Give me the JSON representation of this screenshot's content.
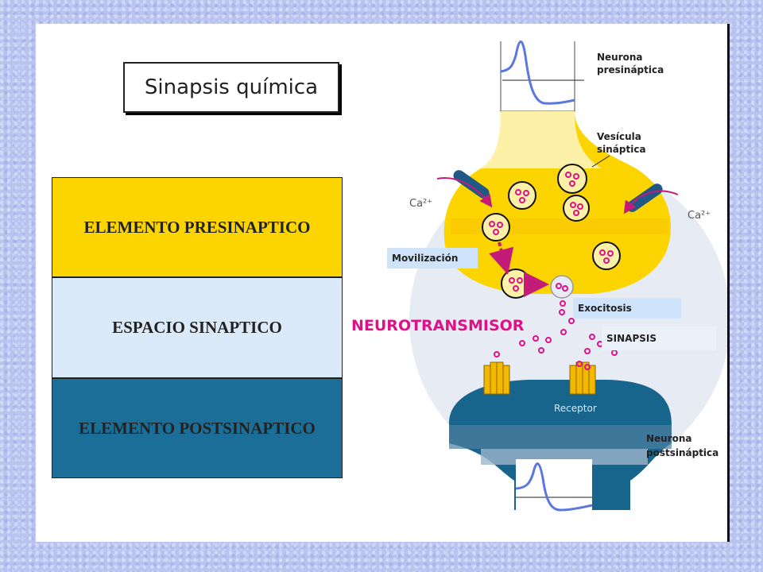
{
  "title": "Sinapsis química",
  "bands": [
    {
      "label": "ELEMENTO   PRESINAPTICO",
      "color": "#fcd500"
    },
    {
      "label": "ESPACIO SINAPTICO",
      "color": "#dbeaf9"
    },
    {
      "label": "ELEMENTO POSTSINAPTICO",
      "color": "#1a6e98"
    }
  ],
  "diagram": {
    "neurona_pre": [
      "Neurona",
      "presináptica"
    ],
    "vesicula": [
      "Vesícula",
      "sináptica"
    ],
    "calcio_izq": "Ca²⁺",
    "calcio_der": "Ca²⁺",
    "movilizacion": "Movilización",
    "neurotransmisor": "NEUROTRANSMISOR",
    "exocitosis": "Exocitosis",
    "sinapsis": "SINAPSIS",
    "receptor": "Receptor",
    "neurona_post": [
      "Neurona",
      "postsináptica"
    ]
  },
  "colors": {
    "presynaptic": "#fcd500",
    "presynaptic_light": "#fdf1a8",
    "cleft_halo": "#e6ebf4",
    "postsynaptic": "#17658c",
    "trace": "#5a78e0",
    "vesicle_dot": "#e0108a",
    "ion_channel": "#1f5a86",
    "arrow": "#c41b78"
  }
}
